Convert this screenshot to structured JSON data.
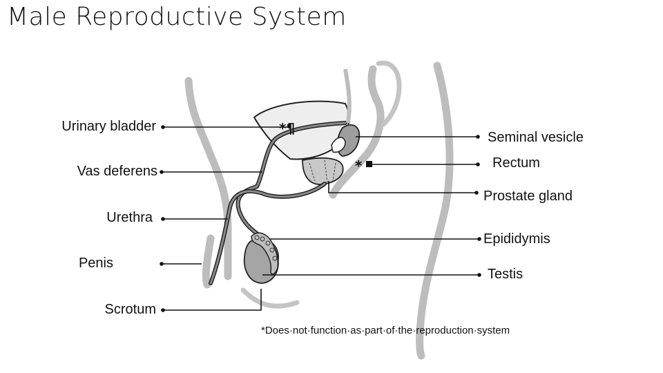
{
  "title": "Male Reproductive System",
  "labels": {
    "urinary_bladder": "Urinary bladder",
    "vas_deferens": "Vas deferens",
    "urethra": "Urethra",
    "penis": "Penis",
    "scrotum": "Scrotum",
    "seminal_vesicle": "Seminal vesicle",
    "rectum": "Rectum",
    "prostate_gland": "Prostate gland",
    "epididymis": "Epididymis",
    "testis": "Testis"
  },
  "markers": {
    "bladder_marker": "*¶",
    "rectum_marker": "*"
  },
  "footnote": "*Does·not·function·as·part·of·the·reproduction·system"
}
